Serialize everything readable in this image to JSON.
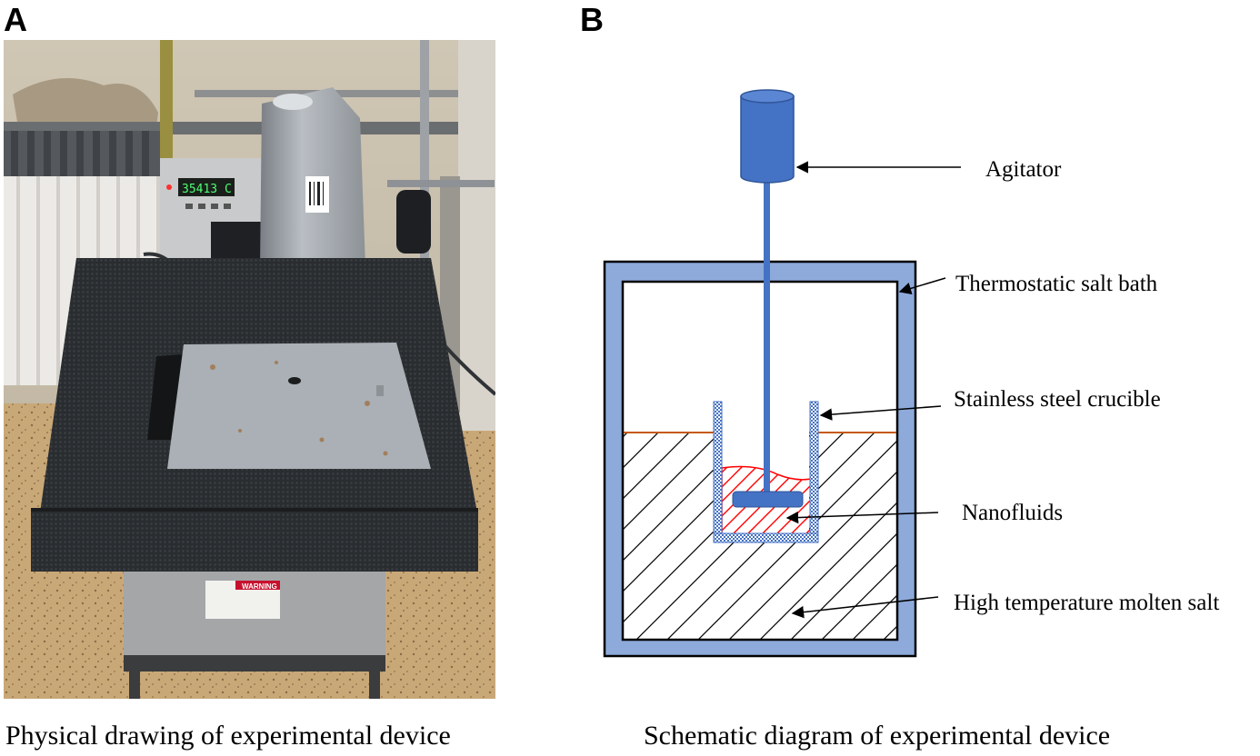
{
  "panels": {
    "a": {
      "letter": "A",
      "caption": "Physical drawing of experimental device"
    },
    "b": {
      "letter": "B",
      "caption": "Schematic diagram of experimental device"
    }
  },
  "photo": {
    "display_reading": "35413 C",
    "warning_label": "WARNING"
  },
  "schematic": {
    "labels": {
      "agitator": "Agitator",
      "bath": "Thermostatic salt bath",
      "crucible": "Stainless steel crucible",
      "nanofluids": "Nanofluids",
      "molten_salt": "High temperature molten salt"
    },
    "colors": {
      "agitator_blue": "#4472c4",
      "bath_wall": "#8eaadb",
      "salt_level": "#c55a11",
      "nanofluid_red": "#ff0000",
      "outline": "#000000"
    }
  }
}
